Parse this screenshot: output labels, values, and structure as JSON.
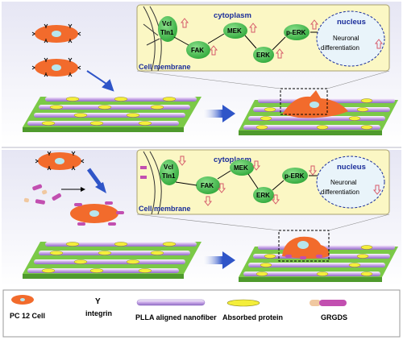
{
  "panels": [
    {
      "id": "top",
      "pathway": {
        "cytoplasm_label": "cytoplasm",
        "membrane_label": "Cell membrane",
        "nucleus_label": "nucleus",
        "vcl_label": "Vcl",
        "tln1_label": "Tln1",
        "fak_label": "FAK",
        "mek_label": "MEK",
        "erk_label": "ERK",
        "perk_label": "p-ERK",
        "outcome_line1": "Neuronal",
        "outcome_line2": "differentiation",
        "regulation": "up"
      }
    },
    {
      "id": "bottom",
      "pathway": {
        "cytoplasm_label": "cytoplasm",
        "membrane_label": "Cell membrane",
        "nucleus_label": "nucleus",
        "vcl_label": "Vcl",
        "tln1_label": "Tln1",
        "fak_label": "FAK",
        "mek_label": "MEK",
        "erk_label": "ERK",
        "perk_label": "p-ERK",
        "outcome_line1": "Neuronal",
        "outcome_line2": "differentiation",
        "regulation": "down"
      }
    }
  ],
  "legend": {
    "cell": "PC 12 Cell",
    "integrin_symbol": "Y",
    "integrin": "integrin",
    "nanofiber": "PLLA aligned nanofiber",
    "protein": "Absorbed protein",
    "peptide": "GRGDS"
  },
  "colors": {
    "cell": "#f26b2c",
    "nucleus": "#b7e6ee",
    "node_green": "#3fbf3f",
    "callout_bg": "#fbf7c4",
    "fiber": "#c9a8e8",
    "protein": "#f4ee3a",
    "platform_top": "#7bc947",
    "arrow_blue": "#2f55c8",
    "gradient_top": "#dcdcf0"
  },
  "icons": {
    "up_arrow": "hollow-up-arrow",
    "down_arrow": "hollow-down-arrow"
  }
}
